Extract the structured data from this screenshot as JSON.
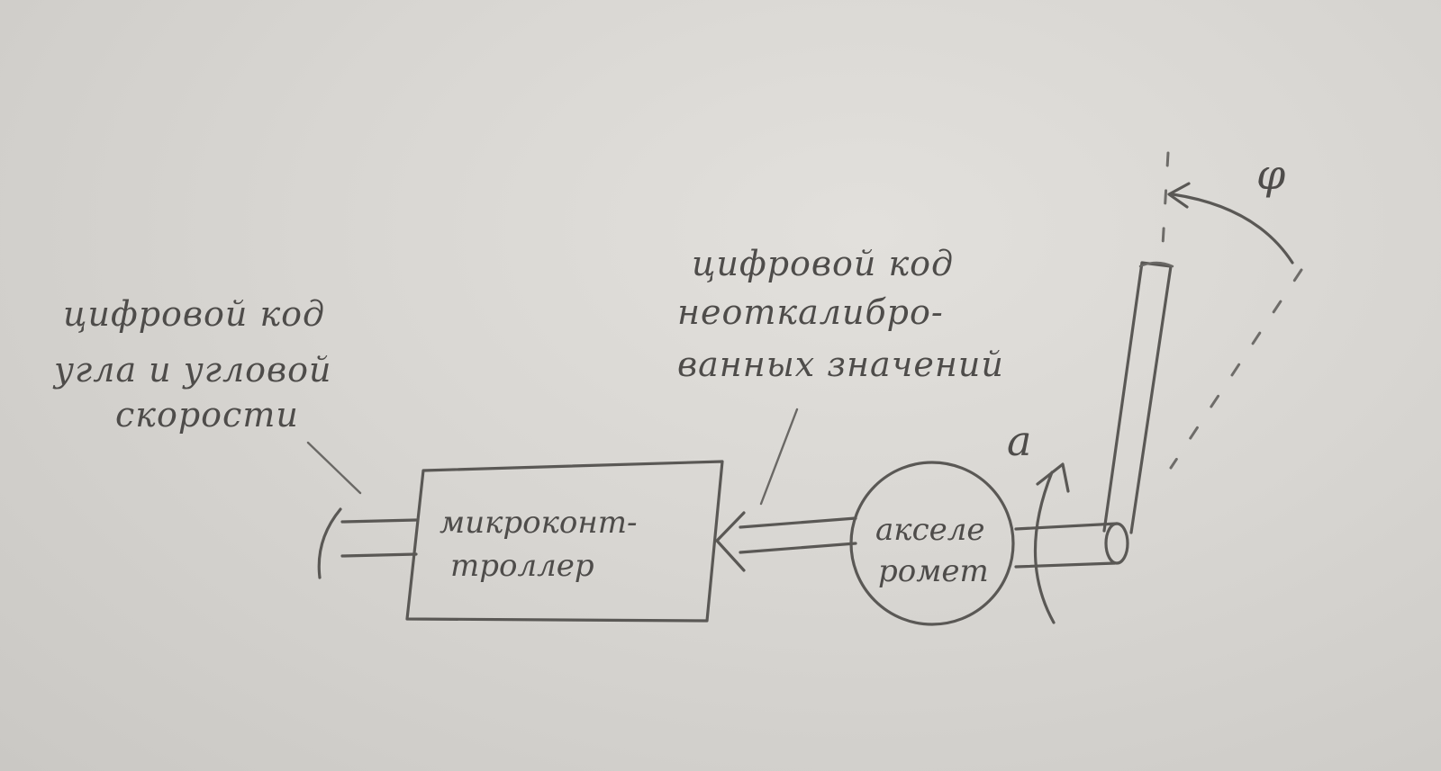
{
  "blocks": {
    "microcontroller": [
      "микроконт-",
      "троллер"
    ],
    "accelerometer": [
      "акселе",
      "ромет"
    ]
  },
  "labels": {
    "output": [
      "цифровой код",
      "угла и угловой",
      "скорости"
    ],
    "input": [
      "цифровой код",
      "неоткалибро-",
      "ванных значений"
    ]
  },
  "symbols": {
    "acceleration": "a",
    "angle": "φ"
  }
}
